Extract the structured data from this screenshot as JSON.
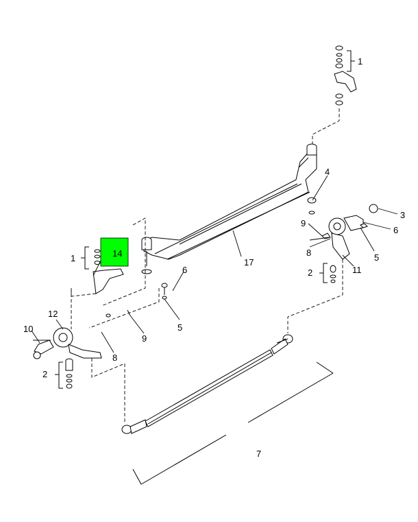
{
  "diagram": {
    "highlight_color": "#00ff00",
    "line_color": "#000000",
    "callouts": {
      "c1_top": "1",
      "c1_left": "1",
      "c2_right": "2",
      "c2_left": "2",
      "c3": "3",
      "c4": "4",
      "c5_right": "5",
      "c5_center": "5",
      "c6_right": "6",
      "c6_center": "6",
      "c7": "7",
      "c8_right": "8",
      "c8_left": "8",
      "c9_right": "9",
      "c9_left": "9",
      "c10": "10",
      "c11": "11",
      "c12": "12",
      "c14": "14",
      "c17": "17"
    }
  }
}
